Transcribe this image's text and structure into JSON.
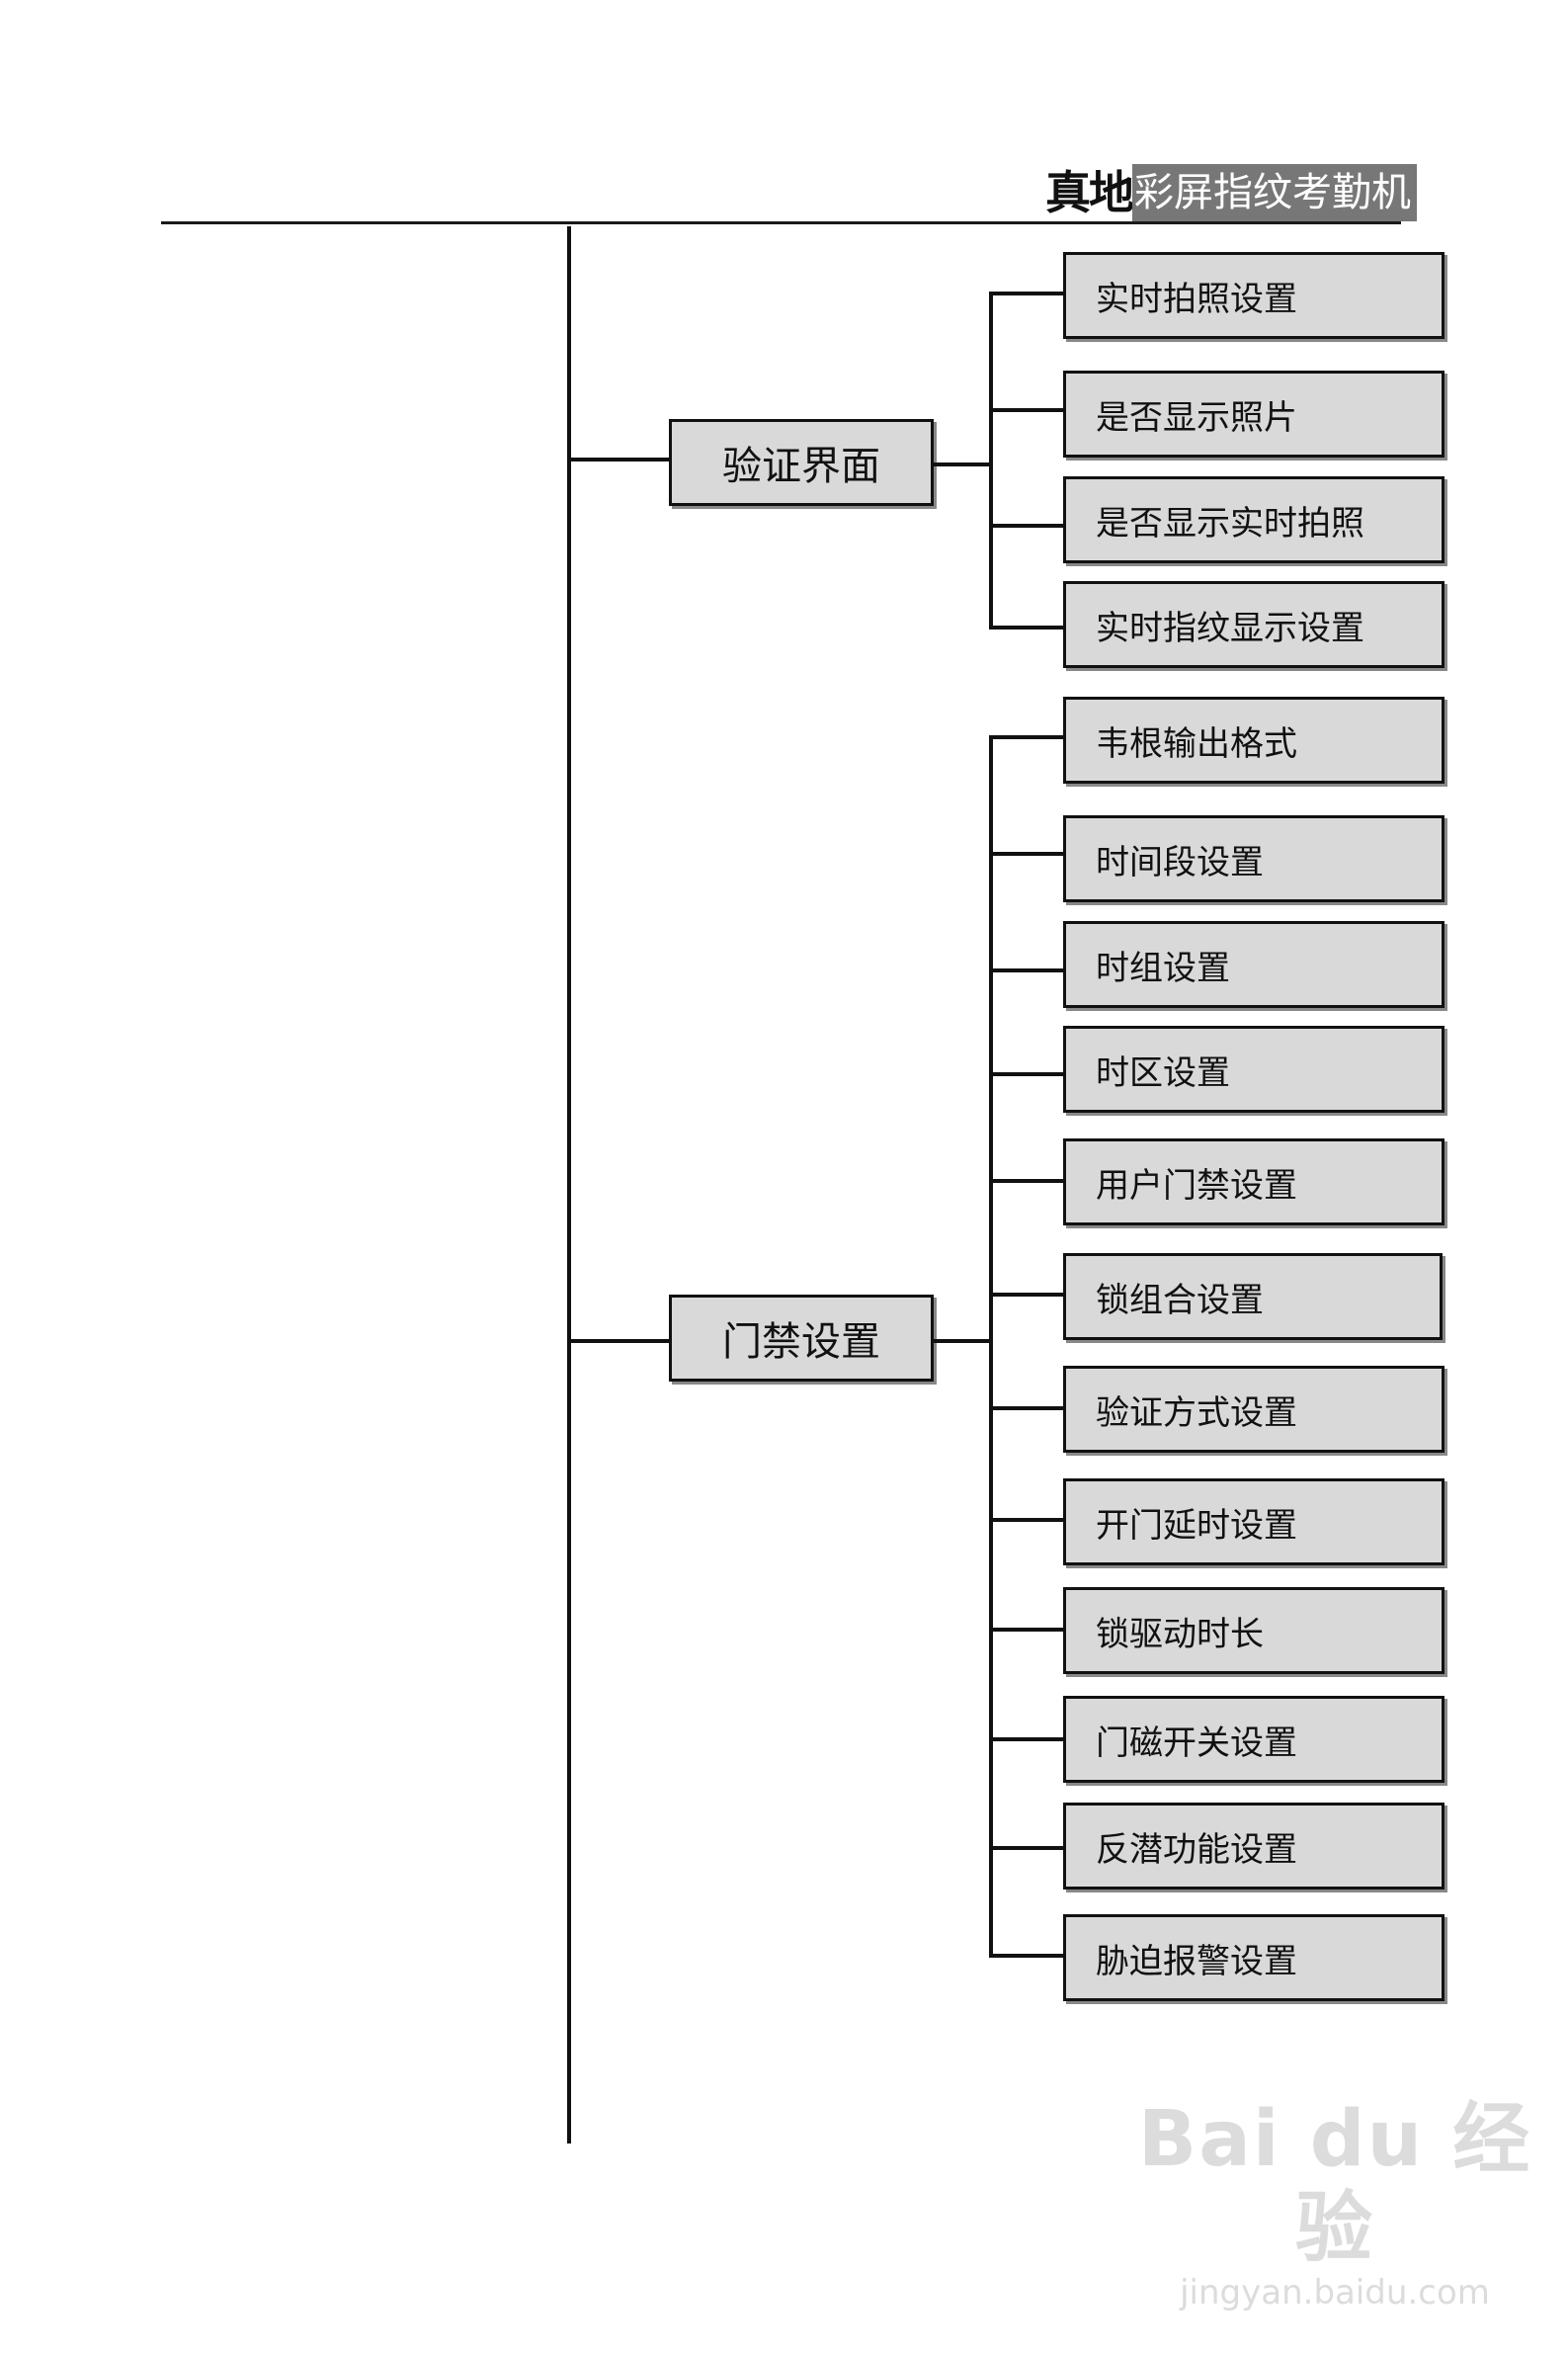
{
  "header": {
    "logo_text": "真地",
    "title": "彩屏指纹考勤机"
  },
  "groups": [
    {
      "label": "验证界面",
      "items": [
        "实时拍照设置",
        "是否显示照片",
        "是否显示实时拍照",
        "实时指纹显示设置"
      ]
    },
    {
      "label": "门禁设置",
      "items": [
        "韦根输出格式",
        "时间段设置",
        "时组设置",
        "时区设置",
        "用户门禁设置",
        "锁组合设置",
        "验证方式设置",
        "开门延时设置",
        "锁驱动时长",
        "门磁开关设置",
        "反潜功能设置",
        "胁迫报警设置"
      ]
    }
  ],
  "watermark": {
    "logo": "Bai du 经验",
    "url": "jingyan.baidu.com"
  },
  "colors": {
    "box_fill": "#d9d9d9",
    "line": "#111111",
    "header_title_bg": "#777777"
  }
}
